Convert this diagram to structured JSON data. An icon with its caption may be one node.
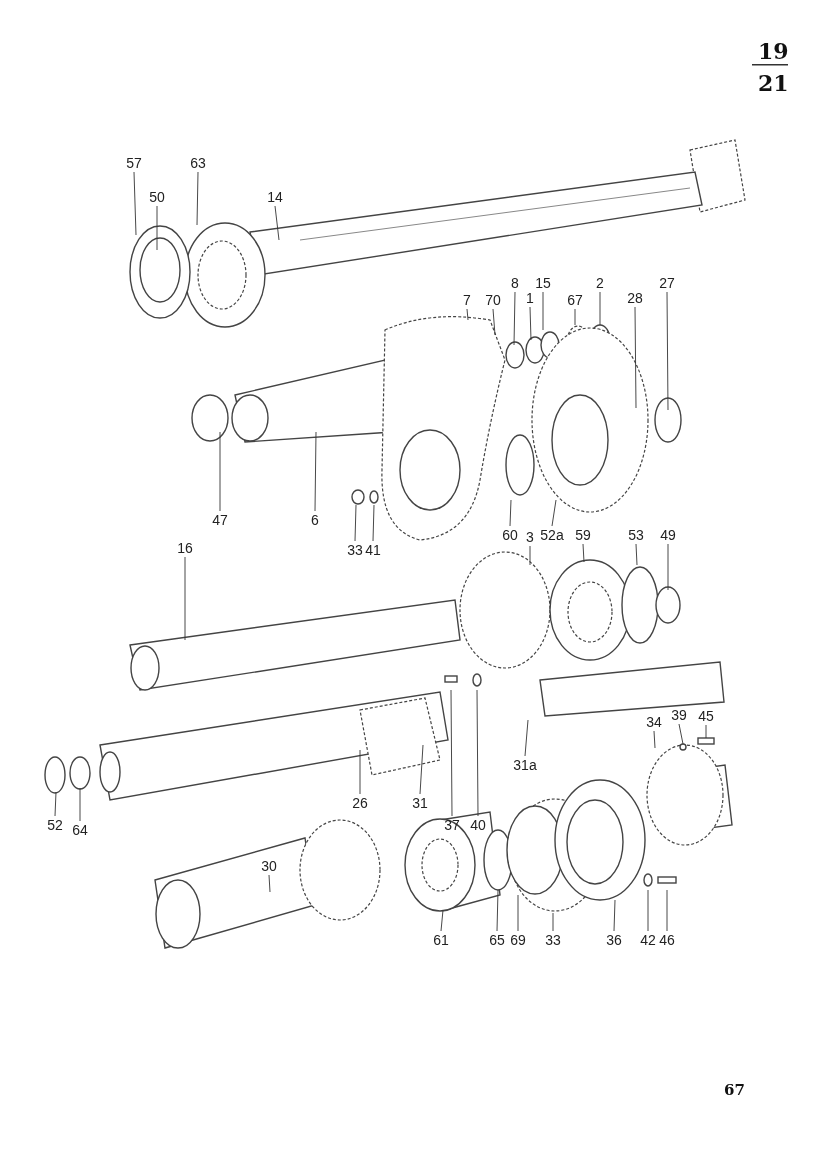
{
  "diagram": {
    "nodes": [
      {
        "text": [
          "57"
        ]
      },
      {
        "text": [
          "63"
        ]
      },
      {
        "text": [
          "50"
        ]
      },
      {
        "text": [
          "14"
        ]
      },
      {
        "text": [
          "7"
        ]
      },
      {
        "text": [
          "70"
        ]
      },
      {
        "text": [
          "8"
        ]
      },
      {
        "text": [
          "1"
        ]
      },
      {
        "text": [
          "15"
        ]
      },
      {
        "text": [
          "67"
        ]
      },
      {
        "text": [
          "2"
        ]
      },
      {
        "text": [
          "28"
        ]
      },
      {
        "text": [
          "27"
        ]
      },
      {
        "text": [
          "47"
        ]
      },
      {
        "text": [
          "6"
        ]
      },
      {
        "text": [
          "33"
        ]
      },
      {
        "text": [
          "41"
        ]
      },
      {
        "text": [
          "16"
        ]
      },
      {
        "text": [
          "60"
        ]
      },
      {
        "text": [
          "3"
        ]
      },
      {
        "text": [
          "52a"
        ]
      },
      {
        "text": [
          "59"
        ]
      },
      {
        "text": [
          "53"
        ]
      },
      {
        "text": [
          "49"
        ]
      },
      {
        "text": [
          "39"
        ]
      },
      {
        "text": [
          "45"
        ]
      },
      {
        "text": [
          "34"
        ]
      },
      {
        "text": [
          "31a"
        ]
      },
      {
        "text": [
          "26"
        ]
      },
      {
        "text": [
          "31"
        ]
      },
      {
        "text": [
          "37"
        ]
      },
      {
        "text": [
          "40"
        ]
      },
      {
        "text": [
          "52"
        ]
      },
      {
        "text": [
          "64"
        ]
      },
      {
        "text": [
          "30"
        ]
      },
      {
        "text": [
          "61"
        ]
      },
      {
        "text": [
          "65"
        ]
      },
      {
        "text": [
          "69"
        ]
      },
      {
        "text": [
          "33"
        ]
      },
      {
        "text": [
          "36"
        ]
      },
      {
        "text": [
          "42"
        ]
      },
      {
        "text": [
          "46"
        ]
      }
    ],
    "edges": [
      {
        "from": 0,
        "to": null,
        "arrow": "none"
      },
      {
        "from": 1,
        "to": null,
        "arrow": "none"
      },
      {
        "from": 2,
        "to": null,
        "arrow": "none"
      },
      {
        "from": 3,
        "to": null,
        "arrow": "none"
      },
      {
        "from": 4,
        "to": null,
        "arrow": "none"
      },
      {
        "from": 5,
        "to": null,
        "arrow": "none"
      },
      {
        "from": 6,
        "to": null,
        "arrow": "none"
      },
      {
        "from": 7,
        "to": null,
        "arrow": "none"
      },
      {
        "from": 8,
        "to": null,
        "arrow": "none"
      },
      {
        "from": 9,
        "to": null,
        "arrow": "none"
      },
      {
        "from": 10,
        "to": null,
        "arrow": "none"
      },
      {
        "from": 11,
        "to": null,
        "arrow": "none"
      },
      {
        "from": 12,
        "to": null,
        "arrow": "none"
      },
      {
        "from": 13,
        "to": null,
        "arrow": "none"
      },
      {
        "from": 14,
        "to": null,
        "arrow": "none"
      },
      {
        "from": 15,
        "to": null,
        "arrow": "none"
      },
      {
        "from": 16,
        "to": null,
        "arrow": "none"
      },
      {
        "from": 17,
        "to": null,
        "arrow": "none"
      },
      {
        "from": 18,
        "to": null,
        "arrow": "none"
      },
      {
        "from": 19,
        "to": null,
        "arrow": "none"
      },
      {
        "from": 20,
        "to": null,
        "arrow": "none"
      },
      {
        "from": 21,
        "to": null,
        "arrow": "none"
      },
      {
        "from": 22,
        "to": null,
        "arrow": "none"
      },
      {
        "from": 23,
        "to": null,
        "arrow": "none"
      },
      {
        "from": 24,
        "to": null,
        "arrow": "none"
      },
      {
        "from": 25,
        "to": null,
        "arrow": "none"
      },
      {
        "from": 26,
        "to": null,
        "arrow": "none"
      },
      {
        "from": 27,
        "to": null,
        "arrow": "none"
      },
      {
        "from": 28,
        "to": null,
        "arrow": "none"
      },
      {
        "from": 29,
        "to": null,
        "arrow": "none"
      },
      {
        "from": 30,
        "to": null,
        "arrow": "none"
      },
      {
        "from": 31,
        "to": null,
        "arrow": "none"
      },
      {
        "from": 32,
        "to": null,
        "arrow": "none"
      },
      {
        "from": 33,
        "to": null,
        "arrow": "none"
      },
      {
        "from": 34,
        "to": null,
        "arrow": "none"
      },
      {
        "from": 35,
        "to": null,
        "arrow": "none"
      },
      {
        "from": 36,
        "to": null,
        "arrow": "none"
      },
      {
        "from": 37,
        "to": null,
        "arrow": "none"
      },
      {
        "from": 38,
        "to": null,
        "arrow": "none"
      },
      {
        "from": 39,
        "to": null,
        "arrow": "none"
      },
      {
        "from": 40,
        "to": null,
        "arrow": "none"
      },
      {
        "from": 41,
        "to": null,
        "arrow": "none"
      }
    ],
    "labels": [
      "19",
      "21",
      "67"
    ]
  }
}
